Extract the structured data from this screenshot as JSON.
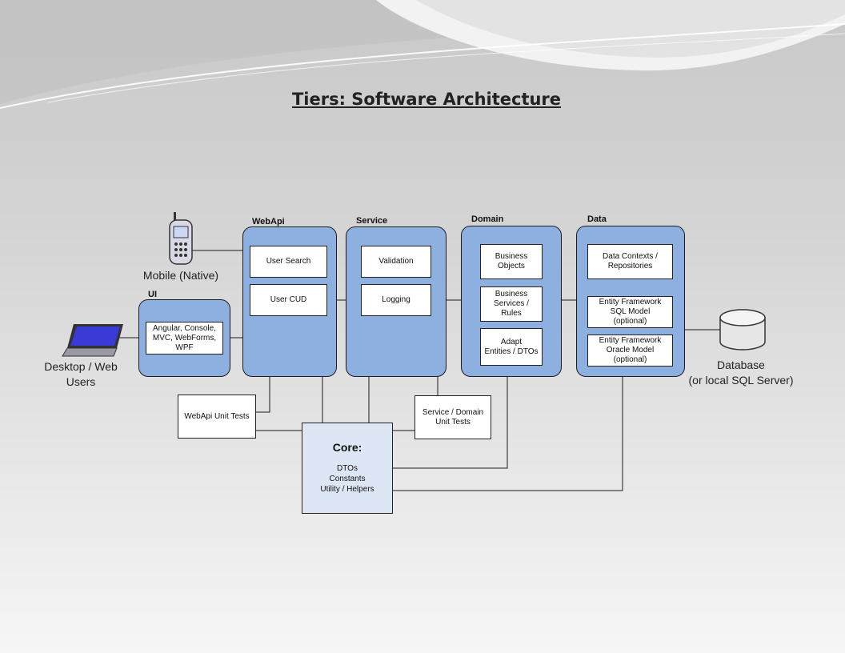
{
  "title": "Tiers: Software Architecture",
  "mobile": {
    "caption": "Mobile (Native)"
  },
  "desktop": {
    "caption": "Desktop / Web\nUsers"
  },
  "database": {
    "caption": "Database\n(or local SQL Server)"
  },
  "tiers": {
    "ui": {
      "label": "UI",
      "items": [
        "Angular, Console,\nMVC, WebForms,\nWPF"
      ]
    },
    "webapi": {
      "label": "WebApi",
      "items": [
        "User Search",
        "User CUD"
      ]
    },
    "service": {
      "label": "Service",
      "items": [
        "Validation",
        "Logging"
      ]
    },
    "domain": {
      "label": "Domain",
      "items": [
        "Business\nObjects",
        "Business\nServices /\nRules",
        "Adapt\nEntities / DTOs"
      ]
    },
    "data": {
      "label": "Data",
      "items": [
        "Data Contexts /\nRepositories",
        "Entity Framework\nSQL Model\n(optional)",
        "Entity Framework\nOracle Model\n(optional)"
      ]
    }
  },
  "tests": {
    "webapi": "WebApi Unit Tests",
    "service_domain": "Service / Domain\nUnit Tests"
  },
  "core": {
    "title": "Core:",
    "items": [
      "DTOs",
      "Constants",
      "Utility / Helpers"
    ]
  },
  "colors": {
    "tier_fill": "#8eb0e0",
    "core_fill": "#dde6f5",
    "line": "#1c1c1c"
  }
}
